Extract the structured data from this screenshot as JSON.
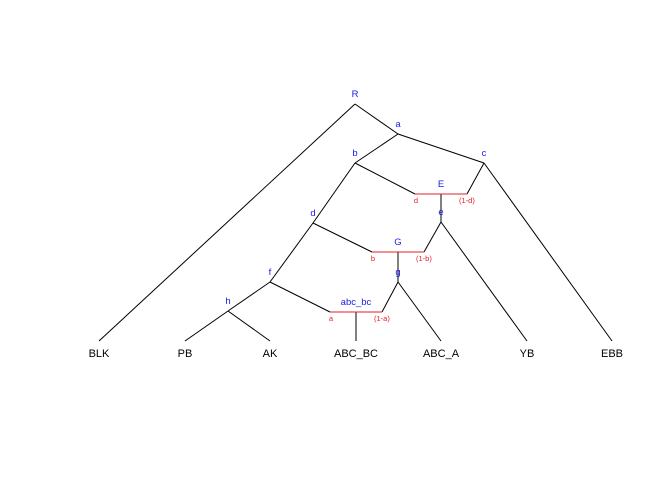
{
  "colors": {
    "edge": "#000000",
    "admixture": "#e0202a",
    "node_label": "#1a1ae6",
    "leaf_label": "#000000"
  },
  "leaves": [
    {
      "id": "BLK",
      "label": "BLK"
    },
    {
      "id": "PB",
      "label": "PB"
    },
    {
      "id": "AK",
      "label": "AK"
    },
    {
      "id": "ABC_BC",
      "label": "ABC_BC"
    },
    {
      "id": "ABC_A",
      "label": "ABC_A"
    },
    {
      "id": "YB",
      "label": "YB"
    },
    {
      "id": "EBB",
      "label": "EBB"
    }
  ],
  "nodes": [
    {
      "id": "R",
      "label": "R"
    },
    {
      "id": "a",
      "label": "a"
    },
    {
      "id": "b",
      "label": "b"
    },
    {
      "id": "c",
      "label": "c"
    },
    {
      "id": "d",
      "label": "d"
    },
    {
      "id": "E",
      "label": "E"
    },
    {
      "id": "e",
      "label": "e"
    },
    {
      "id": "G",
      "label": "G"
    },
    {
      "id": "g",
      "label": "g"
    },
    {
      "id": "f",
      "label": "f"
    },
    {
      "id": "h",
      "label": "h"
    },
    {
      "id": "abc_bc",
      "label": "abc_bc"
    }
  ],
  "edges": [
    [
      "R",
      "BLK"
    ],
    [
      "R",
      "a"
    ],
    [
      "a",
      "b"
    ],
    [
      "a",
      "c"
    ],
    [
      "b",
      "d"
    ],
    [
      "c",
      "EBB"
    ],
    [
      "d",
      "f"
    ],
    [
      "f",
      "h"
    ],
    [
      "h",
      "PB"
    ],
    [
      "h",
      "AK"
    ],
    [
      "E",
      "e"
    ],
    [
      "e",
      "YB"
    ],
    [
      "G",
      "g"
    ],
    [
      "g",
      "ABC_A"
    ],
    [
      "abc_bc",
      "ABC_BC"
    ]
  ],
  "admixture_events": [
    {
      "node": "E",
      "left_parent": "b",
      "right_parent": "c",
      "left_weight": "d",
      "right_weight": "(1-d)"
    },
    {
      "node": "G",
      "left_parent": "d",
      "right_parent": "e",
      "left_weight": "b",
      "right_weight": "(1-b)"
    },
    {
      "node": "abc_bc",
      "left_parent": "f",
      "right_parent": "g",
      "left_weight": "a",
      "right_weight": "(1-a)"
    }
  ]
}
